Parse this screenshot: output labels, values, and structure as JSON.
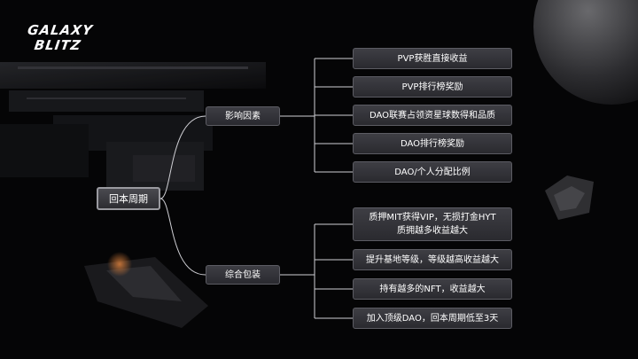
{
  "logo": {
    "line1": "GALAXY",
    "line2": "BLITZ"
  },
  "diagram": {
    "root": "回本周期",
    "branches": [
      {
        "label": "影响因素",
        "items": [
          "PVP获胜直接收益",
          "PVP排行榜奖励",
          "DAO联赛占领资星球数得和品质",
          "DAO排行榜奖励",
          "DAO/个人分配比例"
        ]
      },
      {
        "label": "综合包装",
        "items": [
          {
            "line1": "质押MIT获得VIP，无损打金HYT",
            "line2": "质拥越多收益越大"
          },
          "提升基地等级，等级越高收益越大",
          "持有越多的NFT，收益越大",
          "加入顶级DAO，回本周期低至3天"
        ]
      }
    ]
  },
  "colors": {
    "background": "#050506",
    "box": "#35353a",
    "border": "#5c5c63",
    "line": "#cfcfd4",
    "text": "#ffffff"
  }
}
